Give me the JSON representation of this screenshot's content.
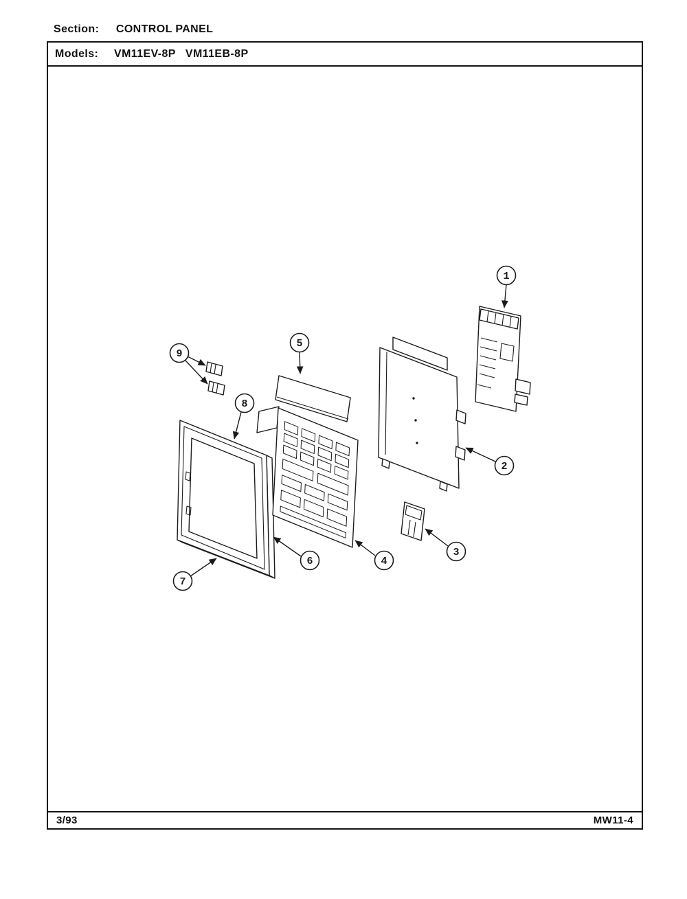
{
  "header": {
    "section_label": "Section:",
    "section_title": "CONTROL PANEL",
    "models_label": "Models:",
    "models": [
      "VM11EV-8P",
      "VM11EB-8P"
    ]
  },
  "diagram": {
    "callouts": [
      "1",
      "2",
      "3",
      "4",
      "5",
      "6",
      "7",
      "8",
      "9"
    ]
  },
  "footer": {
    "date": "3/93",
    "doc_number": "MW11-4"
  }
}
